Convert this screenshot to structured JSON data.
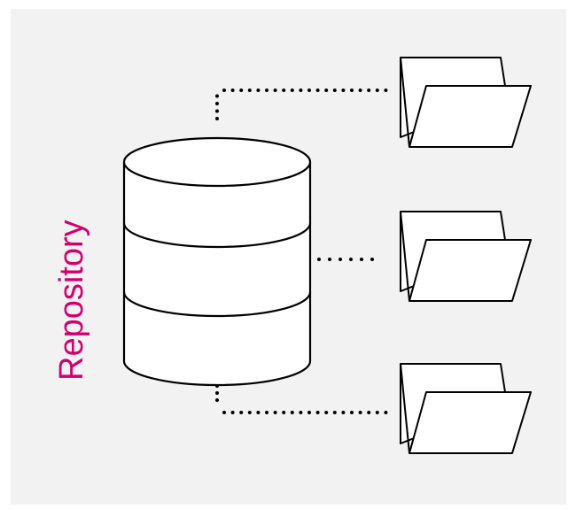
{
  "diagram": {
    "label": "Repository",
    "colors": {
      "background": "#f2f2f2",
      "label": "#d1006f",
      "stroke": "#000000",
      "fill": "#ffffff"
    },
    "database": {
      "icon": "database-cylinder-icon",
      "sections": 3
    },
    "folders": [
      {
        "icon": "open-folder-icon",
        "connector": "dotted"
      },
      {
        "icon": "open-folder-icon",
        "connector": "dotted"
      },
      {
        "icon": "open-folder-icon",
        "connector": "dotted"
      }
    ]
  }
}
